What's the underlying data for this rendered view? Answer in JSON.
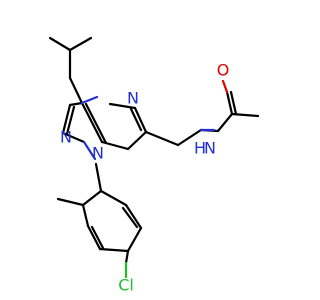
{
  "molecule": {
    "atoms": {
      "n_triazole_top": "N",
      "n_triazole_left": "N",
      "n_triazole_bottom": "N",
      "n_amide": "N",
      "h_amide": "H",
      "o_carbonyl": "O",
      "cl_aryl": "Cl"
    },
    "colors": {
      "bond": "#000000",
      "nitrogen": "#2430cf",
      "oxygen": "#e00000",
      "chlorine": "#1fbf2a",
      "background": "#ffffff"
    }
  }
}
